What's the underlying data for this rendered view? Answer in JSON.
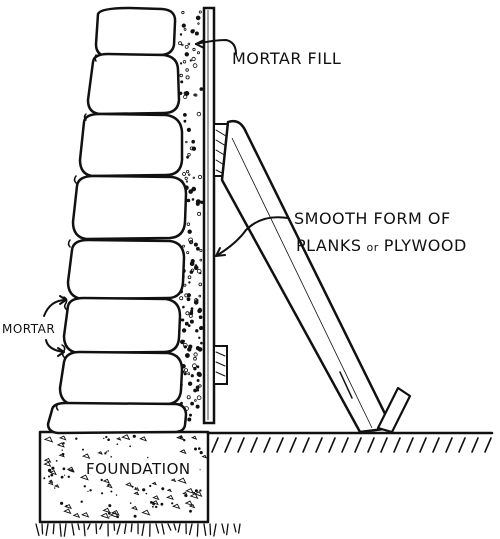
{
  "labels": {
    "mortar_fill": "MORTAR FILL",
    "form_line1": "SMOOTH FORM OF",
    "form_line2_a": "PLANKS",
    "form_line2_b": "or",
    "form_line2_c": "PLYWOOD",
    "mortar": "MORTAR",
    "foundation": "FOUNDATION"
  }
}
